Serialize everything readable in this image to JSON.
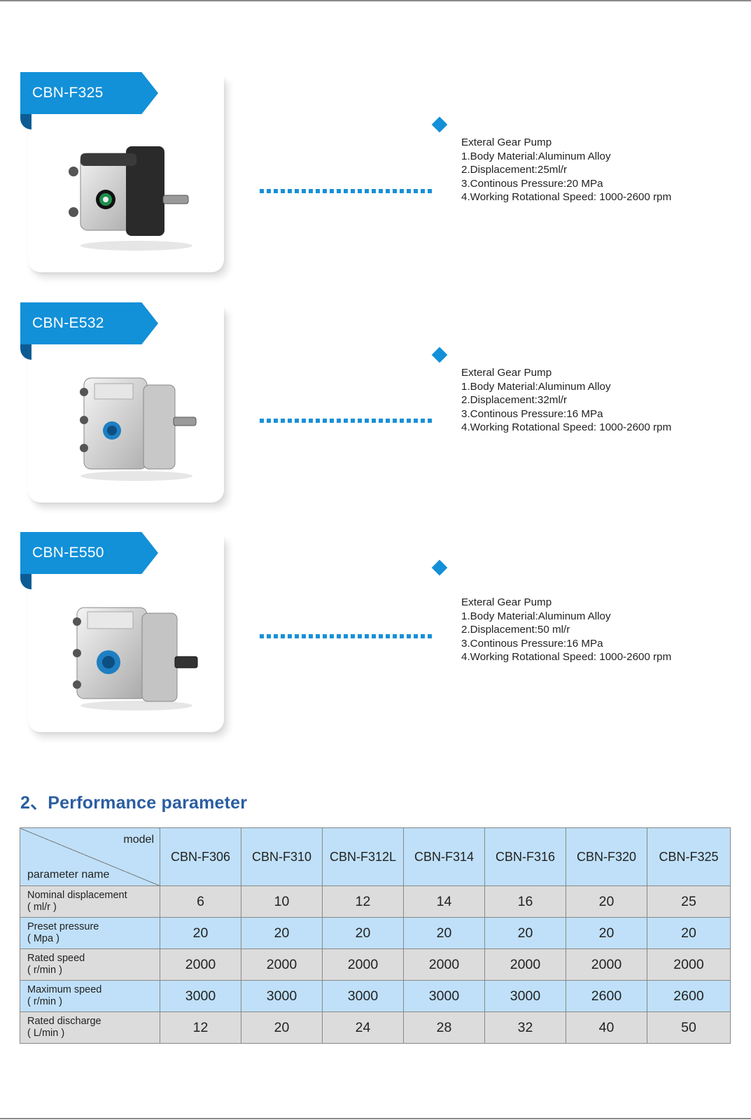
{
  "products": [
    {
      "model": "CBN-F325",
      "spec_title": "Exteral Gear Pump",
      "spec_lines": [
        "1.Body Material:Aluminum Alloy",
        "2.Displacement:25ml/r",
        "3.Continous Pressure:20 MPa",
        "4.Working Rotational Speed: 1000-2600 rpm"
      ],
      "port_color": "#1e8f4e"
    },
    {
      "model": "CBN-E532",
      "spec_title": "Exteral Gear Pump",
      "spec_lines": [
        "1.Body Material:Aluminum Alloy",
        "2.Displacement:32ml/r",
        "3.Continous Pressure:16 MPa",
        "4.Working Rotational Speed: 1000-2600 rpm"
      ],
      "port_color": "#1e7fc2"
    },
    {
      "model": "CBN-E550",
      "spec_title": "Exteral Gear Pump",
      "spec_lines": [
        "1.Body Material:Aluminum Alloy",
        "2.Displacement:50 ml/r",
        "3.Continous Pressure:16 MPa",
        "4.Working Rotational Speed: 1000-2600 rpm"
      ],
      "port_color": "#1e7fc2"
    }
  ],
  "section": {
    "title": "2、Performance parameter"
  },
  "table": {
    "corner_model": "model",
    "corner_param": "parameter name",
    "models": [
      "CBN-F306",
      "CBN-F310",
      "CBN-F312L",
      "CBN-F314",
      "CBN-F316",
      "CBN-F320",
      "CBN-F325"
    ],
    "rows": [
      {
        "name": "Nominal displacement",
        "unit": "( ml/r )",
        "values": [
          "6",
          "10",
          "12",
          "14",
          "16",
          "20",
          "25"
        ]
      },
      {
        "name": "Preset pressure",
        "unit": "( Mpa )",
        "values": [
          "20",
          "20",
          "20",
          "20",
          "20",
          "20",
          "20"
        ]
      },
      {
        "name": "Rated speed",
        "unit": "( r/min )",
        "values": [
          "2000",
          "2000",
          "2000",
          "2000",
          "2000",
          "2000",
          "2000"
        ]
      },
      {
        "name": "Maximum speed",
        "unit": "( r/min )",
        "values": [
          "3000",
          "3000",
          "3000",
          "3000",
          "3000",
          "2600",
          "2600"
        ]
      },
      {
        "name": "Rated discharge",
        "unit": "( L/min )",
        "values": [
          "12",
          "20",
          "24",
          "28",
          "32",
          "40",
          "50"
        ]
      }
    ]
  },
  "colors": {
    "accent": "#1290d8",
    "title": "#2a5ea1",
    "header_row": "#bfe0f8",
    "grey_row": "#dcdcdc"
  }
}
